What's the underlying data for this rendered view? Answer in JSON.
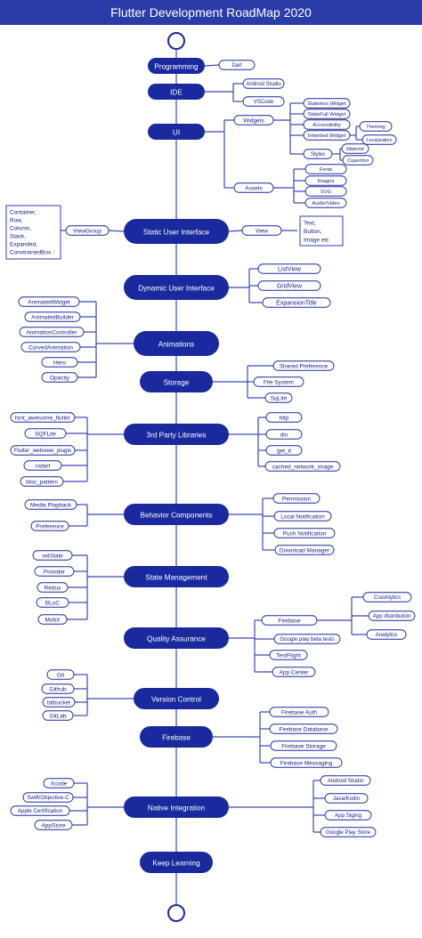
{
  "title": "Flutter Development RoadMap 2020",
  "colors": {
    "primary": "#1a2a9e",
    "line": "#3a4ab0",
    "header": "#2b3ca8",
    "pill_text": "#1a237e"
  },
  "main_nodes": [
    "Programming",
    "IDE",
    "UI",
    "Static User Interface",
    "Dynamic User Interface",
    "Animations",
    "Storage",
    "3rd Party Libraries",
    "Behavior Components",
    "State Management",
    "Quality Assurance",
    "Version Control",
    "Firebase",
    "Native Integration",
    "Keep Learning"
  ],
  "pills": [
    "Dart",
    "Android Studio",
    "VSCode",
    "Widgets",
    "Stateless Widget",
    "StateFull Widget",
    "Accessibility",
    "Inherited Widget",
    "Theming",
    "Localization",
    "Styles",
    "Material",
    "Cupertino",
    "Assets",
    "Fonts",
    "Images",
    "SVG",
    "Audio/Video",
    "ViewGroup",
    "View",
    "ListView",
    "GridView",
    "ExpansionTitle",
    "AnimatedWidget",
    "AnimatedBuilder",
    "AnimationController",
    "CurvedAnimation",
    "Hero",
    "Opacity",
    "Shared Preference",
    "File System",
    "SqLite",
    "font_awesome_flutter",
    "SQFLite",
    "Flutter_webview_plugin",
    "rxdart",
    "bloc_pattern",
    "http",
    "dio",
    "get_it",
    "cached_network_image",
    "Media Playback",
    "Preference",
    "Permission",
    "Local Notification",
    "Push Notification",
    "Download Manager",
    "setState",
    "Provider",
    "Redux",
    "BLoC",
    "MobX",
    "Firebase",
    "Google play beta tests",
    "TestFlight",
    "App Center",
    "Crashlytics",
    "App distribution",
    "Analytics",
    "Git",
    "Github",
    "bitbucket",
    "GitLab",
    "Firebase Auth",
    "Firebase Database",
    "Firebase Storage",
    "Firebase Messaging",
    "Xcode",
    "Swift/Objective-C",
    "Apple Certification",
    "AppStore",
    "Android Studio",
    "Java/Kotlin",
    "App Siging",
    "Google Play Store"
  ],
  "notes": [
    [
      "Container,",
      "Row,",
      "Column,",
      "Stack,",
      "Expanded,",
      "ConstrainedBox"
    ],
    [
      "Text,",
      "Button,",
      "Image etc"
    ]
  ]
}
